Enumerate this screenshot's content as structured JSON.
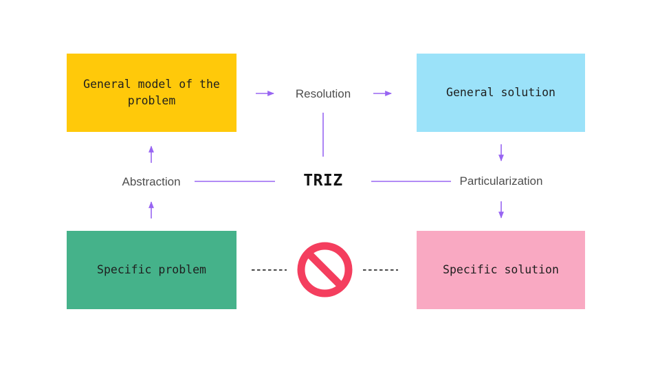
{
  "diagram": {
    "center_title": "TRIZ",
    "boxes": [
      {
        "id": "general-model",
        "label": "General model of the problem",
        "color": "#FFC90A"
      },
      {
        "id": "general-solution",
        "label": "General solution",
        "color": "#9BE2F9"
      },
      {
        "id": "specific-problem",
        "label": "Specific problem",
        "color": "#45B28A"
      },
      {
        "id": "specific-solution",
        "label": "Specific solution",
        "color": "#F9A9C2"
      }
    ],
    "labels": {
      "resolution": "Resolution",
      "abstraction": "Abstraction",
      "particularization": "Particularization"
    },
    "icons": {
      "prohibition": "no-entry-icon"
    },
    "colors": {
      "arrow": "#9865F2",
      "label_text": "#4D4D4D",
      "title_text": "#111111",
      "prohibition": "#F43E5E",
      "dashed_line": "#2E2E2E",
      "background": "#FFFFFF"
    }
  }
}
